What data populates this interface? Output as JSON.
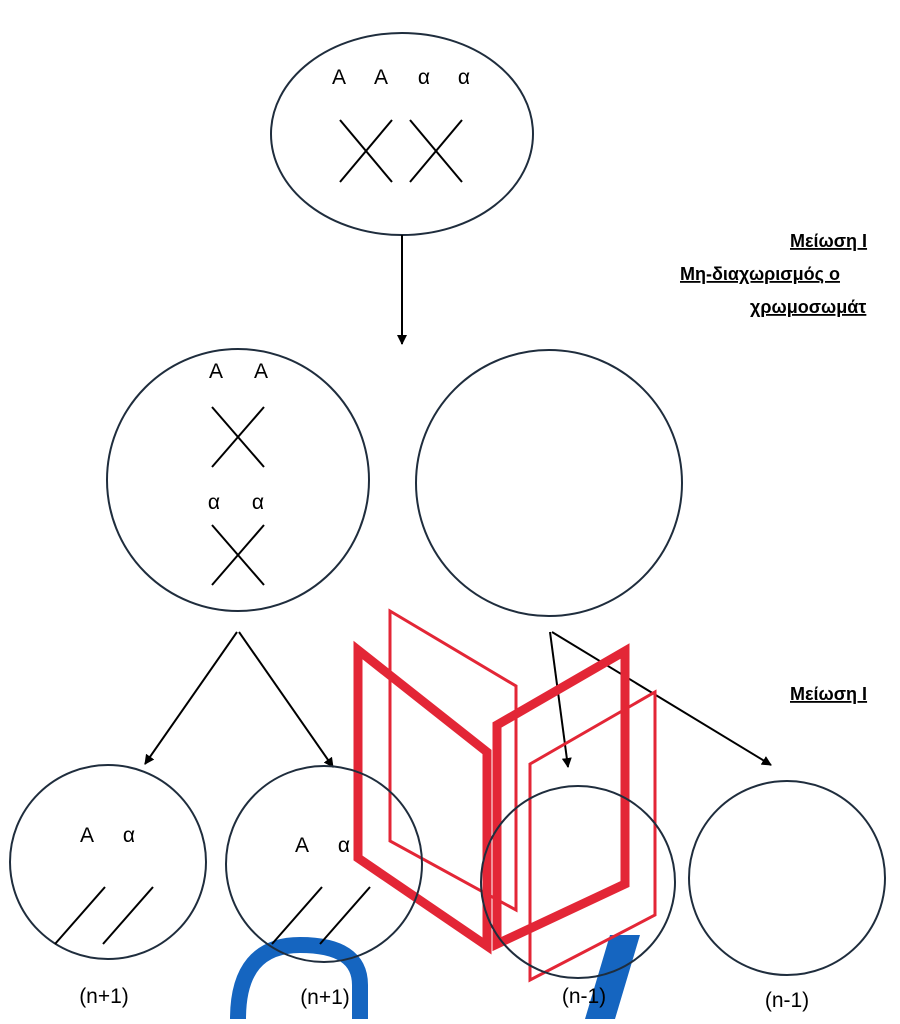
{
  "colors": {
    "cell_outline": "#1f2d3d",
    "stroke": "#000000",
    "watermark_red": "#e32636",
    "watermark_blue": "#1565c0"
  },
  "parent_cell": {
    "alleles": [
      "A",
      "A",
      "α",
      "α"
    ],
    "chromosomes_icon": "x-shaped-chromosome-icon"
  },
  "stage_labels": {
    "meiosis_1": "Μείωση Ι",
    "nondisjunction_line1": "Μη-διαχωρισμός ο",
    "nondisjunction_line2": "χρωμοσωμάτ",
    "meiosis_2": "Μείωση Ι"
  },
  "intermediate_cells": {
    "left": {
      "alleles_top": [
        "A",
        "A"
      ],
      "alleles_bottom": [
        "α",
        "α"
      ]
    },
    "right": {
      "alleles_top": [],
      "alleles_bottom": []
    }
  },
  "gametes": [
    {
      "alleles": [
        "A",
        "α"
      ],
      "ploidy": "(n+1)"
    },
    {
      "alleles": [
        "A",
        "α"
      ],
      "ploidy": "(n+1)"
    },
    {
      "alleles": [],
      "ploidy": "(n-1)"
    },
    {
      "alleles": [],
      "ploidy": "(n-1)"
    }
  ],
  "watermark": {
    "icon": "open-book-logo-icon"
  }
}
